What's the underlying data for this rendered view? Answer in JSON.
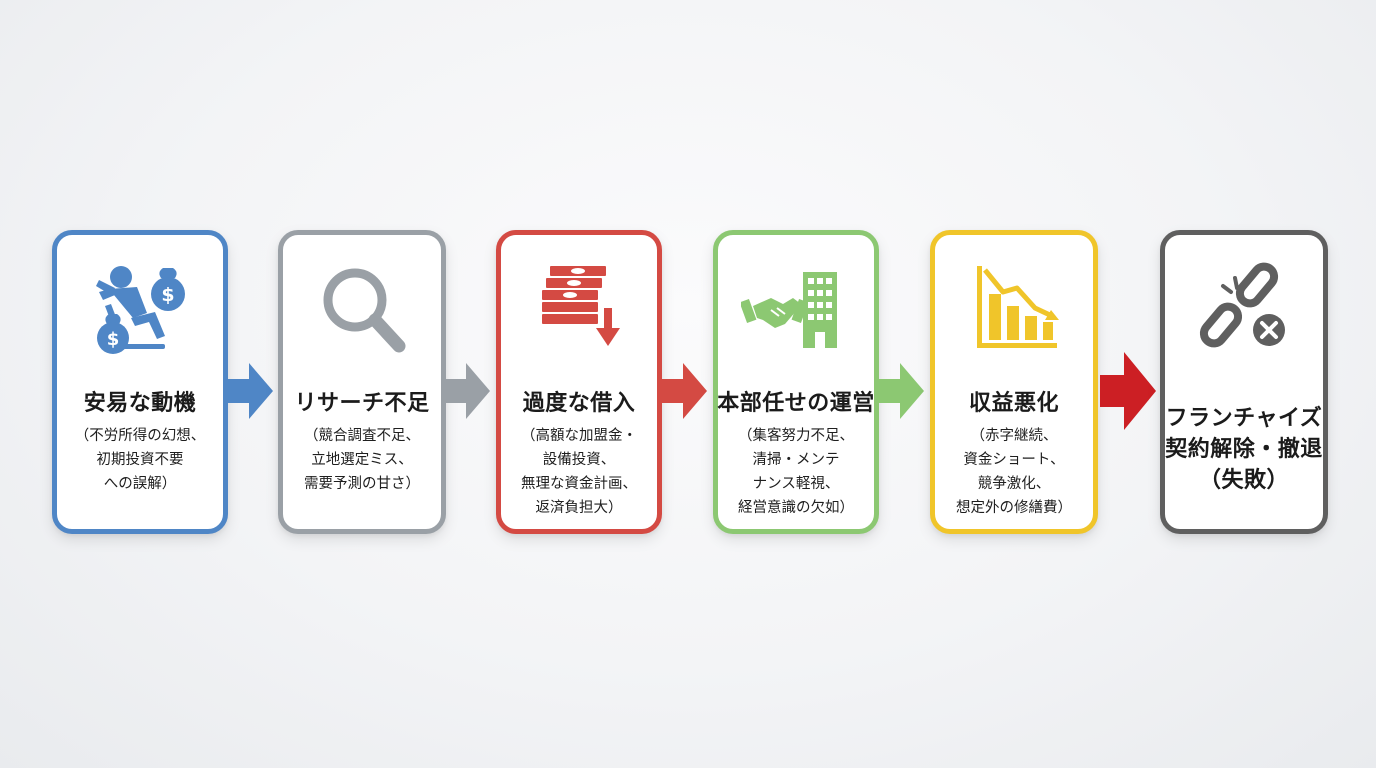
{
  "steps": [
    {
      "title": "安易な動機",
      "desc_lines": [
        "（不労所得の幻想、",
        "初期投資不要",
        "への誤解）"
      ],
      "color": "#4f86c6",
      "icon": "relaxing-person-money-bags-icon"
    },
    {
      "title": "リサーチ不足",
      "desc_lines": [
        "（競合調査不足、",
        "立地選定ミス、",
        "需要予測の甘さ）"
      ],
      "color": "#9aa0a6",
      "icon": "magnifying-glass-icon"
    },
    {
      "title": "過度な借入",
      "desc_lines": [
        "（高額な加盟金・",
        "設備投資、",
        "無理な資金計画、",
        "返済負担大）"
      ],
      "color": "#d44a43",
      "icon": "money-stack-down-arrow-icon"
    },
    {
      "title": "本部任せの運営",
      "desc_lines": [
        "（集客努力不足、",
        "清掃・メンテ",
        "ナンス軽視、",
        "経営意識の欠如）"
      ],
      "color": "#8cc872",
      "icon": "handshake-building-icon"
    },
    {
      "title": "収益悪化",
      "desc_lines": [
        "（赤字継続、",
        "資金ショート、",
        "競争激化、",
        "想定外の修繕費）"
      ],
      "color": "#f0c52a",
      "icon": "declining-bar-chart-icon"
    },
    {
      "title_lines": [
        "フランチャイズ",
        "契約解除・撤退",
        "（失敗）"
      ],
      "color": "#5f5f5f",
      "icon": "broken-chain-icon"
    }
  ],
  "arrow_colors": [
    "#4f86c6",
    "#9aa0a6",
    "#d44a43",
    "#8cc872",
    "#cc1f24"
  ]
}
